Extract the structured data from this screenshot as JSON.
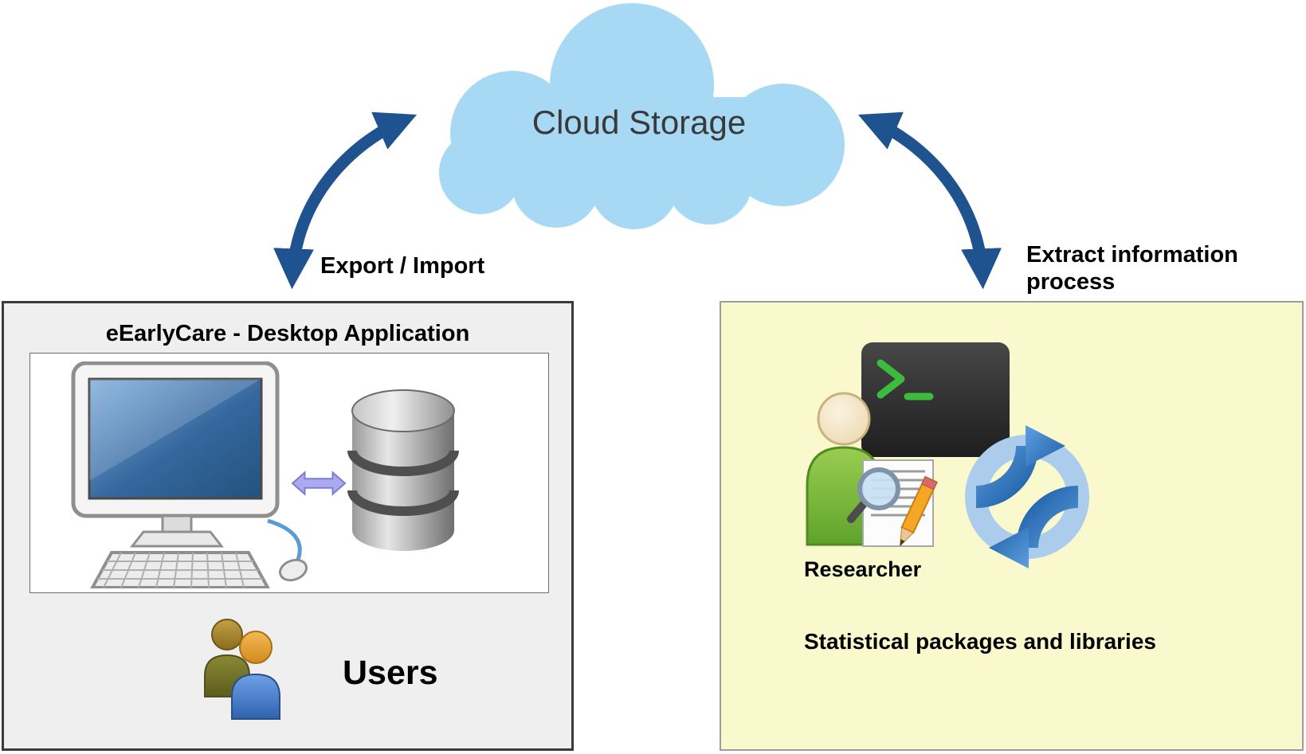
{
  "cloud": {
    "label": "Cloud Storage"
  },
  "connections": {
    "left_label": "Export / Import",
    "right_label_line1": "Extract information",
    "right_label_line2": "process"
  },
  "desktop_box": {
    "title": "eEarlyCare - Desktop Application",
    "users_label": "Users",
    "icons": [
      "computer-icon",
      "database-icon",
      "left-right-arrow-icon",
      "users-icon"
    ]
  },
  "research_box": {
    "researcher_label": "Researcher",
    "stats_label": "Statistical packages and libraries",
    "icons": [
      "terminal-icon",
      "researcher-icon",
      "document-search-icon",
      "cycle-icon"
    ]
  },
  "colors": {
    "arrow": "#1E538F",
    "cloud": "#A7D9F4",
    "desktop_box_bg": "#EFEFEF",
    "research_box_bg": "#FAF9CE"
  }
}
